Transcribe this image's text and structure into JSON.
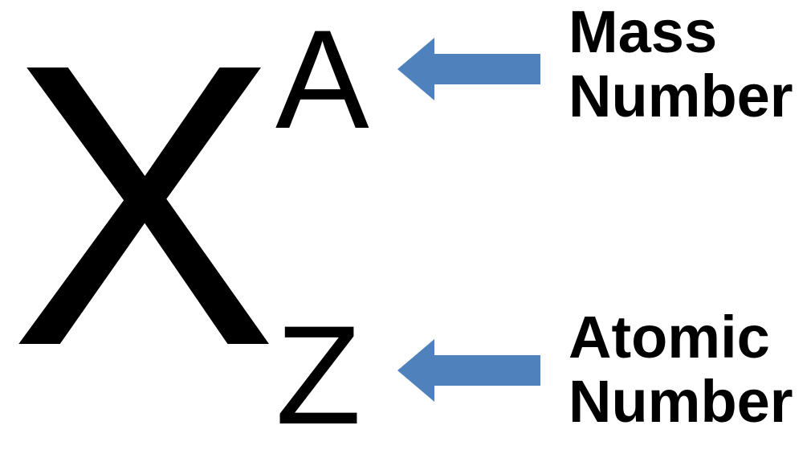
{
  "element_symbol": "X",
  "superscript": "A",
  "subscript": "Z",
  "labels": {
    "mass": [
      "Mass",
      "Number"
    ],
    "atomic": [
      "Atomic",
      "Number"
    ]
  },
  "colors": {
    "arrow": "#4F81BD",
    "text": "#000000",
    "background": "#FFFFFF"
  },
  "icons": {
    "mass_arrow": "left-arrow-icon",
    "atomic_arrow": "left-arrow-icon"
  }
}
